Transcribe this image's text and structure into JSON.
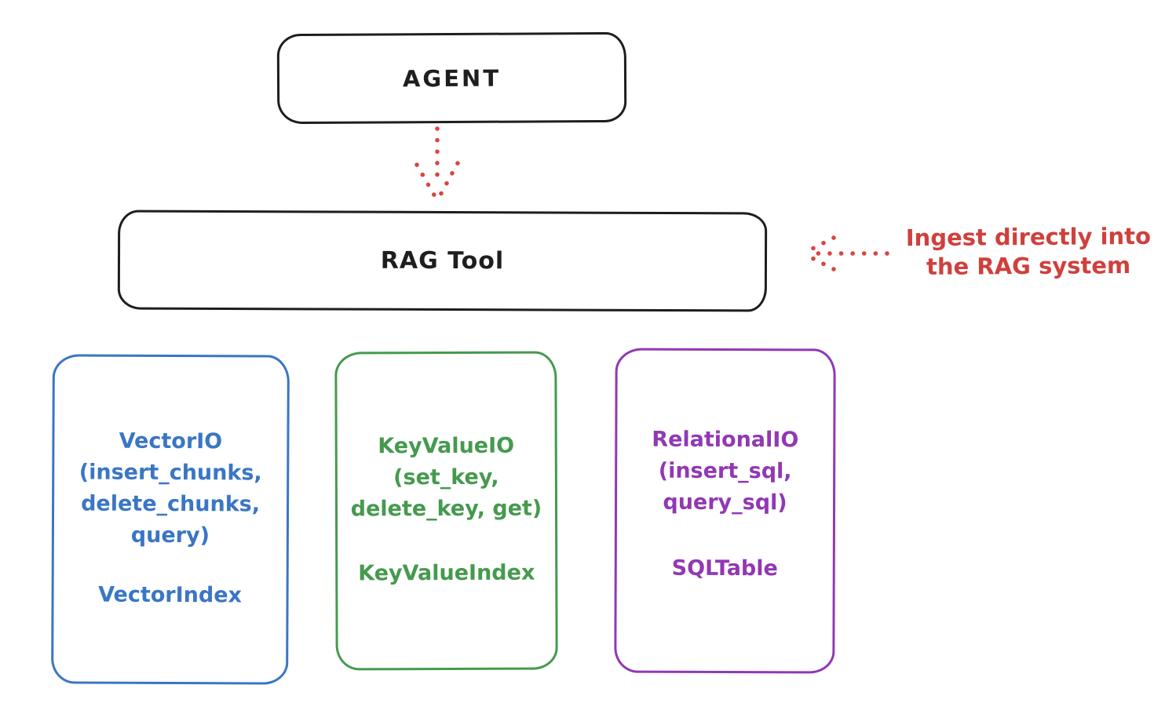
{
  "diagram": {
    "background": "#ffffff",
    "stroke_color": "#1e1e1e",
    "accent_red": "#d9453f"
  },
  "nodes": {
    "agent": {
      "label": "AGENT",
      "color": "#1e1e1e"
    },
    "rag_tool": {
      "label": "RAG Tool",
      "color": "#1e1e1e"
    },
    "vector_io": {
      "lines": [
        "VectorIO",
        "(insert_chunks,",
        "delete_chunks,",
        "query)"
      ],
      "footer": "VectorIndex",
      "color": "#3a76c4"
    },
    "key_value_io": {
      "lines": [
        "KeyValueIO",
        "(set_key,",
        "delete_key, get)"
      ],
      "footer": "KeyValueIndex",
      "color": "#459a4e"
    },
    "relational_io": {
      "lines": [
        "RelationalIO",
        "(insert_sql,",
        "query_sql)"
      ],
      "footer": "SQLTable",
      "color": "#9138b4"
    }
  },
  "annotation": {
    "lines": [
      "Ingest directly into",
      "the RAG system"
    ],
    "color": "#cf403c"
  },
  "arrows": {
    "agent_to_rag_tool": {
      "style": "dotted",
      "direction": "down",
      "color": "#d9453f"
    },
    "annotation_to_rag_tool": {
      "style": "dotted",
      "direction": "left",
      "color": "#d9453f"
    }
  }
}
